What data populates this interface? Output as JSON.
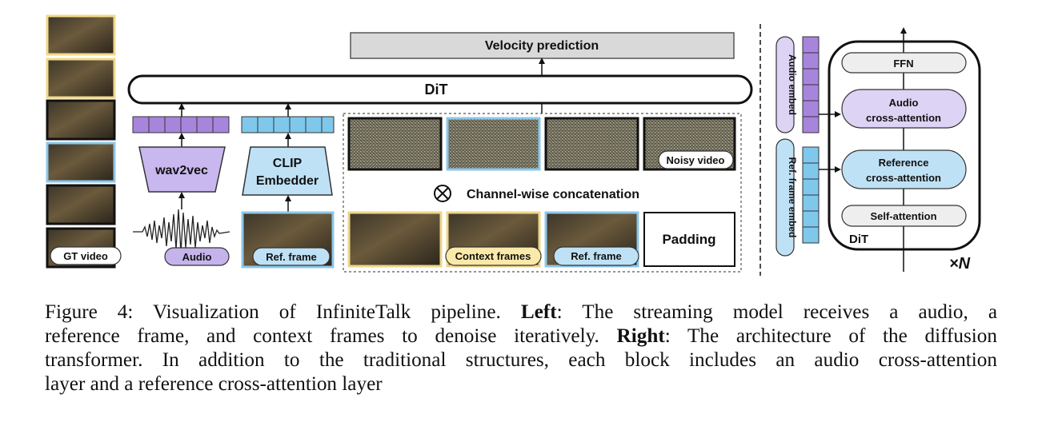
{
  "diagram": {
    "velocity_label": "Velocity prediction",
    "dit_label": "DiT",
    "wav2vec_label": "wav2vec",
    "clip_label_line1": "CLIP",
    "clip_label_line2": "Embedder",
    "gt_video_label": "GT video",
    "audio_label": "Audio",
    "ref_frame_label": "Ref. frame",
    "noisy_video_label": "Noisy video",
    "concat_label": "Channel-wise concatenation",
    "context_frames_label": "Context frames",
    "ref_frame_label_2": "Ref. frame",
    "padding_label": "Padding",
    "audio_embed_label": "Audio embed",
    "ref_frame_embed_label": "Ref. frame embed",
    "ffn_label": "FFN",
    "audio_xattn_line1": "Audio",
    "audio_xattn_line2": "cross-attention",
    "ref_xattn_line1": "Reference",
    "ref_xattn_line2": "cross-attention",
    "self_attn_label": "Self-attention",
    "block_label": "DiT",
    "repeat_label": "×N",
    "colors": {
      "audio": "#c5b3ec",
      "audio_token": "#a885dd",
      "ref": "#bfe1f5",
      "ref_token": "#7fc8ec",
      "context": "#fae9a8",
      "context_border": "#ecd78a",
      "velocity": "#d9d9d9"
    }
  },
  "caption": {
    "fig_label": "Figure 4: Visualization of InfiniteTalk pipeline.",
    "left_bold": "Left",
    "left_text": ": The streaming model receives a audio, a",
    "line2_a": "reference frame, and context frames to denoise iteratively.",
    "right_bold": "Right",
    "right_text": ": The architecture of the diffusion",
    "line3": "transformer. In addition to the traditional structures, each block includes an audio cross-attention",
    "line4": "layer and a reference cross-attention layer"
  }
}
